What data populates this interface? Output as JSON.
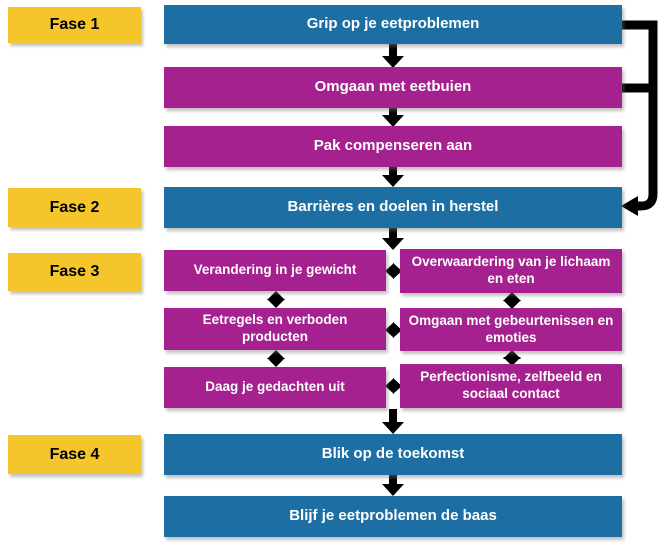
{
  "colors": {
    "blue": "#1d6fa3",
    "magenta": "#a5218f",
    "yellow": "#f4c62c",
    "arrow": "#000000",
    "box_text": "#ffffff",
    "phase_text": "#000000"
  },
  "phases": {
    "fase1": "Fase 1",
    "fase2": "Fase 2",
    "fase3": "Fase 3",
    "fase4": "Fase 4"
  },
  "nodes": {
    "grip": "Grip op je eetproblemen",
    "eetbuien": "Omgaan met eetbuien",
    "compenseren": "Pak compenseren aan",
    "barrieres": "Barrières en doelen in herstel",
    "gewicht": "Verandering in je gewicht",
    "overwaardering": "Overwaardering van je lichaam en eten",
    "eetregels": "Eetregels en verboden producten",
    "gebeurtenissen": "Omgaan met gebeurtenissen en emoties",
    "gedachten": "Daag je gedachten uit",
    "perfectionisme": "Perfectionisme, zelfbeeld en sociaal contact",
    "toekomst": "Blik op de toekomst",
    "baas": "Blijf je eetproblemen de baas"
  }
}
